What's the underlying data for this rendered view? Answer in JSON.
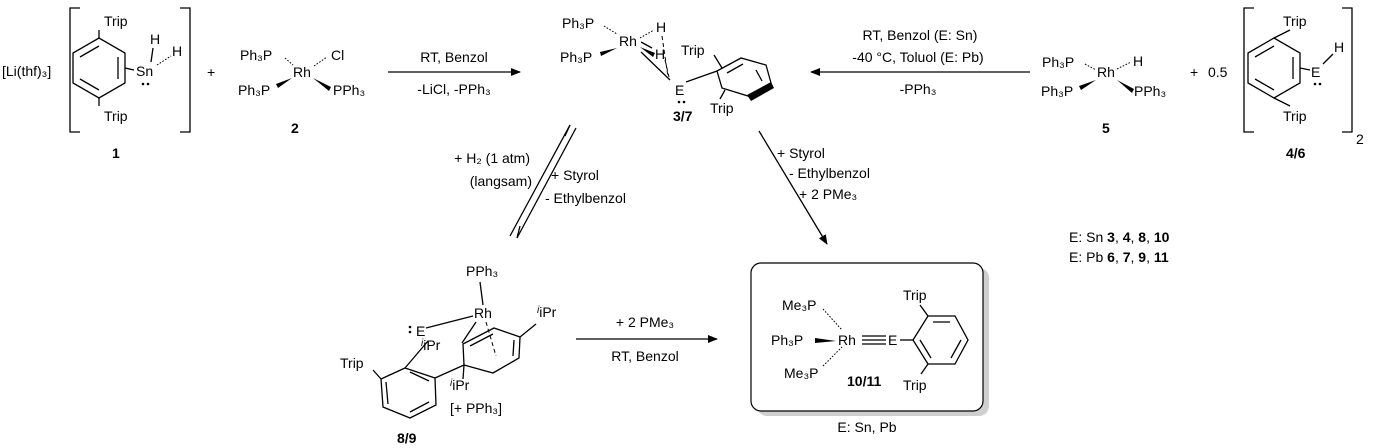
{
  "compounds": {
    "c1": {
      "prefix": "[Li(thf)₃]",
      "substituent_top": "Trip",
      "substituent_bottom": "Trip",
      "element": "Sn",
      "h1": "H",
      "h2": "H",
      "label": "1"
    },
    "c2": {
      "ligand1": "Ph₃P",
      "ligand2": "Ph₃P",
      "ligand3": "PPh₃",
      "metal": "Rh",
      "halide": "Cl",
      "label": "2"
    },
    "c37": {
      "ligand1": "Ph₃P",
      "ligand2": "Ph₃P",
      "metal": "Rh",
      "h1": "H",
      "h2": "H",
      "element": "E",
      "trip_top": "Trip",
      "trip_bottom": "Trip",
      "label": "3/7"
    },
    "c5": {
      "ligand1": "Ph₃P",
      "ligand2": "Ph₃P",
      "ligand3": "PPh₃",
      "metal": "Rh",
      "hydride": "H",
      "label": "5"
    },
    "c46": {
      "coefficient": "0.5",
      "substituent_top": "Trip",
      "substituent_bottom": "Trip",
      "element": "E",
      "h": "H",
      "subscript": "2",
      "label": "4/6"
    },
    "c89": {
      "ligand": "PPh₃",
      "metal": "Rh",
      "element": "E",
      "ipr1": "iPr",
      "ipr2": "iPr",
      "ipr3": "iPr",
      "trip": "Trip",
      "additive": "[+ PPh₃]",
      "label": "8/9"
    },
    "c1011": {
      "ligand1": "Me₃P",
      "ligand2": "Ph₃P",
      "ligand3": "Me₃P",
      "metal": "Rh",
      "element": "E",
      "trip_top": "Trip",
      "trip_bottom": "Trip",
      "label": "10/11",
      "caption": "E: Sn, Pb"
    }
  },
  "plus_signs": {
    "p1": "+",
    "p2": "+"
  },
  "arrows": {
    "a1": {
      "above": "RT, Benzol",
      "below": "-LiCl, -PPh₃"
    },
    "a2": {
      "above1": "RT, Benzol (E: Sn)",
      "above2": "-40 °C, Toluol (E: Pb)",
      "below": "-PPh₃"
    },
    "eq": {
      "left1": "+ H₂ (1 atm)",
      "left2": "(langsam)",
      "right1": "+ Styrol",
      "right2": "- Ethylbenzol"
    },
    "a3": {
      "l1": "+ Styrol",
      "l2": "- Ethylbenzol",
      "l3": "+ 2 PMe₃"
    },
    "a4": {
      "above": "+ 2 PMe₃",
      "below": "RT, Benzol"
    }
  },
  "legend": {
    "sn": {
      "prefix": "E: Sn ",
      "n1": "3",
      "sep1": ", ",
      "n2": "4",
      "sep2": ", ",
      "n3": "8",
      "sep3": ", ",
      "n4": "10"
    },
    "pb": {
      "prefix": "E: Pb ",
      "n1": "6",
      "sep1": ", ",
      "n2": "7",
      "sep2": ", ",
      "n3": "9",
      "sep3": ", ",
      "n4": "11"
    }
  }
}
